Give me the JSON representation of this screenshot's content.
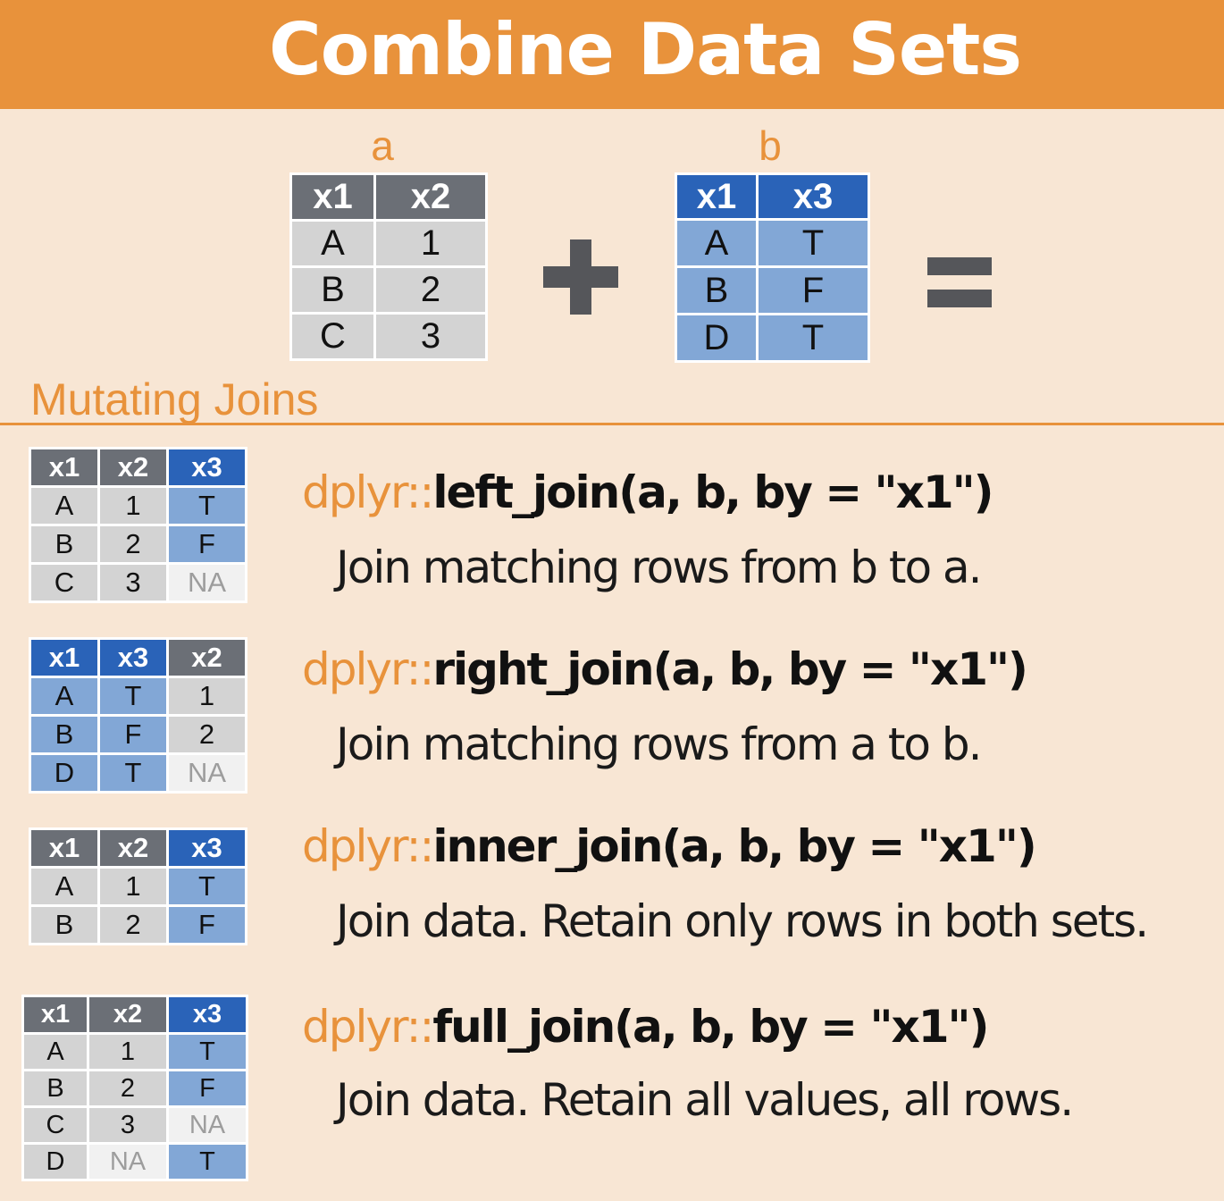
{
  "header": {
    "title": "Combine Data Sets"
  },
  "table_a": {
    "label": "a",
    "headers": [
      "x1",
      "x2"
    ],
    "rows": [
      [
        "A",
        "1"
      ],
      [
        "B",
        "2"
      ],
      [
        "C",
        "3"
      ]
    ]
  },
  "table_b": {
    "label": "b",
    "headers": [
      "x1",
      "x3"
    ],
    "rows": [
      [
        "A",
        "T"
      ],
      [
        "B",
        "F"
      ],
      [
        "D",
        "T"
      ]
    ]
  },
  "operators": {
    "plus": "plus-sign",
    "equals": "equals-sign"
  },
  "section": {
    "title": "Mutating Joins"
  },
  "joins": [
    {
      "pkg": "dplyr::",
      "call": "left_join(a, b, by = \"x1\")",
      "description": "Join matching rows from b to a.",
      "headers": [
        "x1",
        "x2",
        "x3"
      ],
      "rows": [
        [
          "A",
          "1",
          "T"
        ],
        [
          "B",
          "2",
          "F"
        ],
        [
          "C",
          "3",
          "NA"
        ]
      ]
    },
    {
      "pkg": "dplyr::",
      "call": "right_join(a, b, by = \"x1\")",
      "description": "Join matching rows from a to b.",
      "headers": [
        "x1",
        "x3",
        "x2"
      ],
      "rows": [
        [
          "A",
          "T",
          "1"
        ],
        [
          "B",
          "F",
          "2"
        ],
        [
          "D",
          "T",
          "NA"
        ]
      ]
    },
    {
      "pkg": "dplyr::",
      "call": "inner_join(a, b, by = \"x1\")",
      "description": "Join data. Retain only rows in both sets.",
      "headers": [
        "x1",
        "x2",
        "x3"
      ],
      "rows": [
        [
          "A",
          "1",
          "T"
        ],
        [
          "B",
          "2",
          "F"
        ]
      ]
    },
    {
      "pkg": "dplyr::",
      "call": "full_join(a, b, by = \"x1\")",
      "description": "Join data. Retain all values, all rows.",
      "headers": [
        "x1",
        "x2",
        "x3"
      ],
      "rows": [
        [
          "A",
          "1",
          "T"
        ],
        [
          "B",
          "2",
          "F"
        ],
        [
          "C",
          "3",
          "NA"
        ],
        [
          "D",
          "NA",
          "T"
        ]
      ]
    }
  ],
  "colors": {
    "accent_orange": "#e8923b",
    "background": "#f8e6d4",
    "gray_header": "#6b6f76",
    "blue_header": "#2a63b8",
    "gray_cell": "#d3d3d3",
    "blue_cell": "#82a7d6",
    "na_text": "#9d9d9d"
  }
}
